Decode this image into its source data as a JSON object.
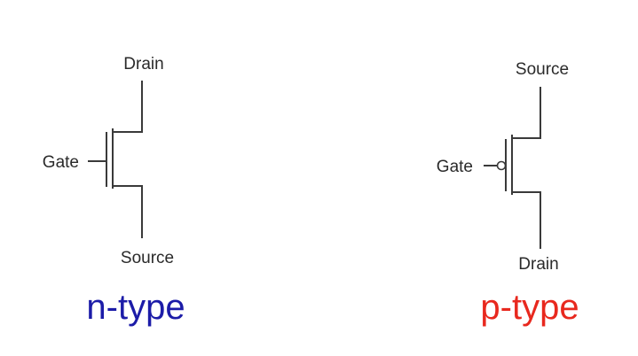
{
  "transistors": [
    {
      "id": "nmos",
      "drain_label": "Drain",
      "gate_label": "Gate",
      "source_label": "Source",
      "type_label": "n-type",
      "type_color": "#1c1ca8",
      "has_gate_bubble": false
    },
    {
      "id": "pmos",
      "source_label": "Source",
      "gate_label": "Gate",
      "drain_label": "Drain",
      "type_label": "p-type",
      "type_color": "#e8281e",
      "has_gate_bubble": true
    }
  ]
}
